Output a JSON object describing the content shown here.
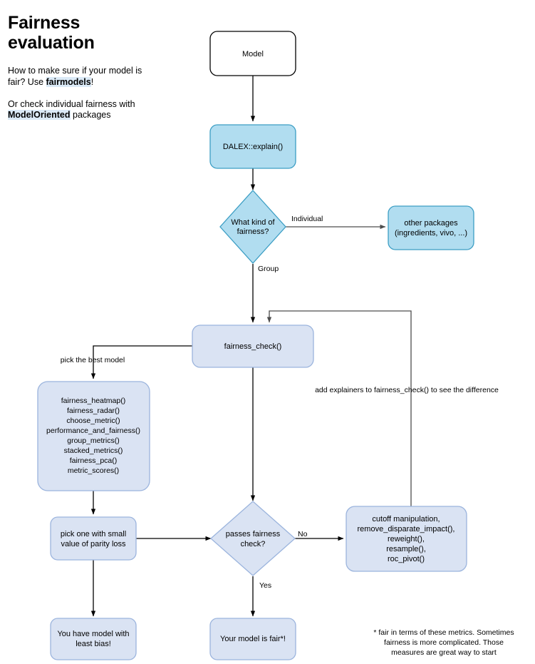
{
  "intro": {
    "title": "Fairness evaluation",
    "paragraph1_pre": "How to make sure if your model is fair? Use ",
    "paragraph1_highlight": "fairmodels",
    "paragraph1_post": "!",
    "paragraph2_pre": "Or check individual fairness with ",
    "paragraph2_highlight": "ModelOriented",
    "paragraph2_post": " packages"
  },
  "colors": {
    "cyan_fill": "#b1ddf0",
    "cyan_stroke": "#3c9ec4",
    "lavender_fill": "#dae3f3",
    "lavender_stroke": "#9bb4dd",
    "plain_fill": "#ffffff",
    "plain_stroke": "#000000",
    "highlight": "#dbeaf7",
    "edge": "#000000",
    "edge_grey": "#4d4d4d"
  },
  "nodes": {
    "model": {
      "label": "Model"
    },
    "dalex_explain": {
      "label": "DALEX::explain()"
    },
    "kind_of_fairness": {
      "line1": "What kind of",
      "line2": "fairness?"
    },
    "other_packages": {
      "line1": "other packages",
      "line2": "(ingredients, vivo, ...)"
    },
    "fairness_check": {
      "label": "fairness_check()"
    },
    "plot_functions": {
      "lines": [
        "fairness_heatmap()",
        "fairness_radar()",
        "choose_metric()",
        "performance_and_fairness()",
        "group_metrics()",
        "stacked_metrics()",
        "fairness_pca()",
        "metric_scores()"
      ]
    },
    "pick_small_parity": {
      "line1": "pick one with small",
      "line2": "value of parity loss"
    },
    "passes_fairness": {
      "line1": "passes fairness",
      "line2": "check?"
    },
    "mitigation": {
      "lines": [
        "cutoff manipulation,",
        "remove_disparate_impact(),",
        "reweight(),",
        "resample(),",
        "roc_pivot()"
      ]
    },
    "least_bias": {
      "line1": "You have model with",
      "line2": "least bias!"
    },
    "model_is_fair": {
      "label": "Your model is fair*!"
    }
  },
  "edge_labels": {
    "individual": "Individual",
    "group": "Group",
    "pick_best_model": "pick the best model",
    "add_explainers": "add explainers to fairness_check() to see the difference",
    "no": "No",
    "yes": "Yes"
  },
  "footnote": {
    "line1": "* fair in terms of these metrics. Sometimes",
    "line2": "fairness is more complicated. Those",
    "line3": "measures are great way to start"
  }
}
